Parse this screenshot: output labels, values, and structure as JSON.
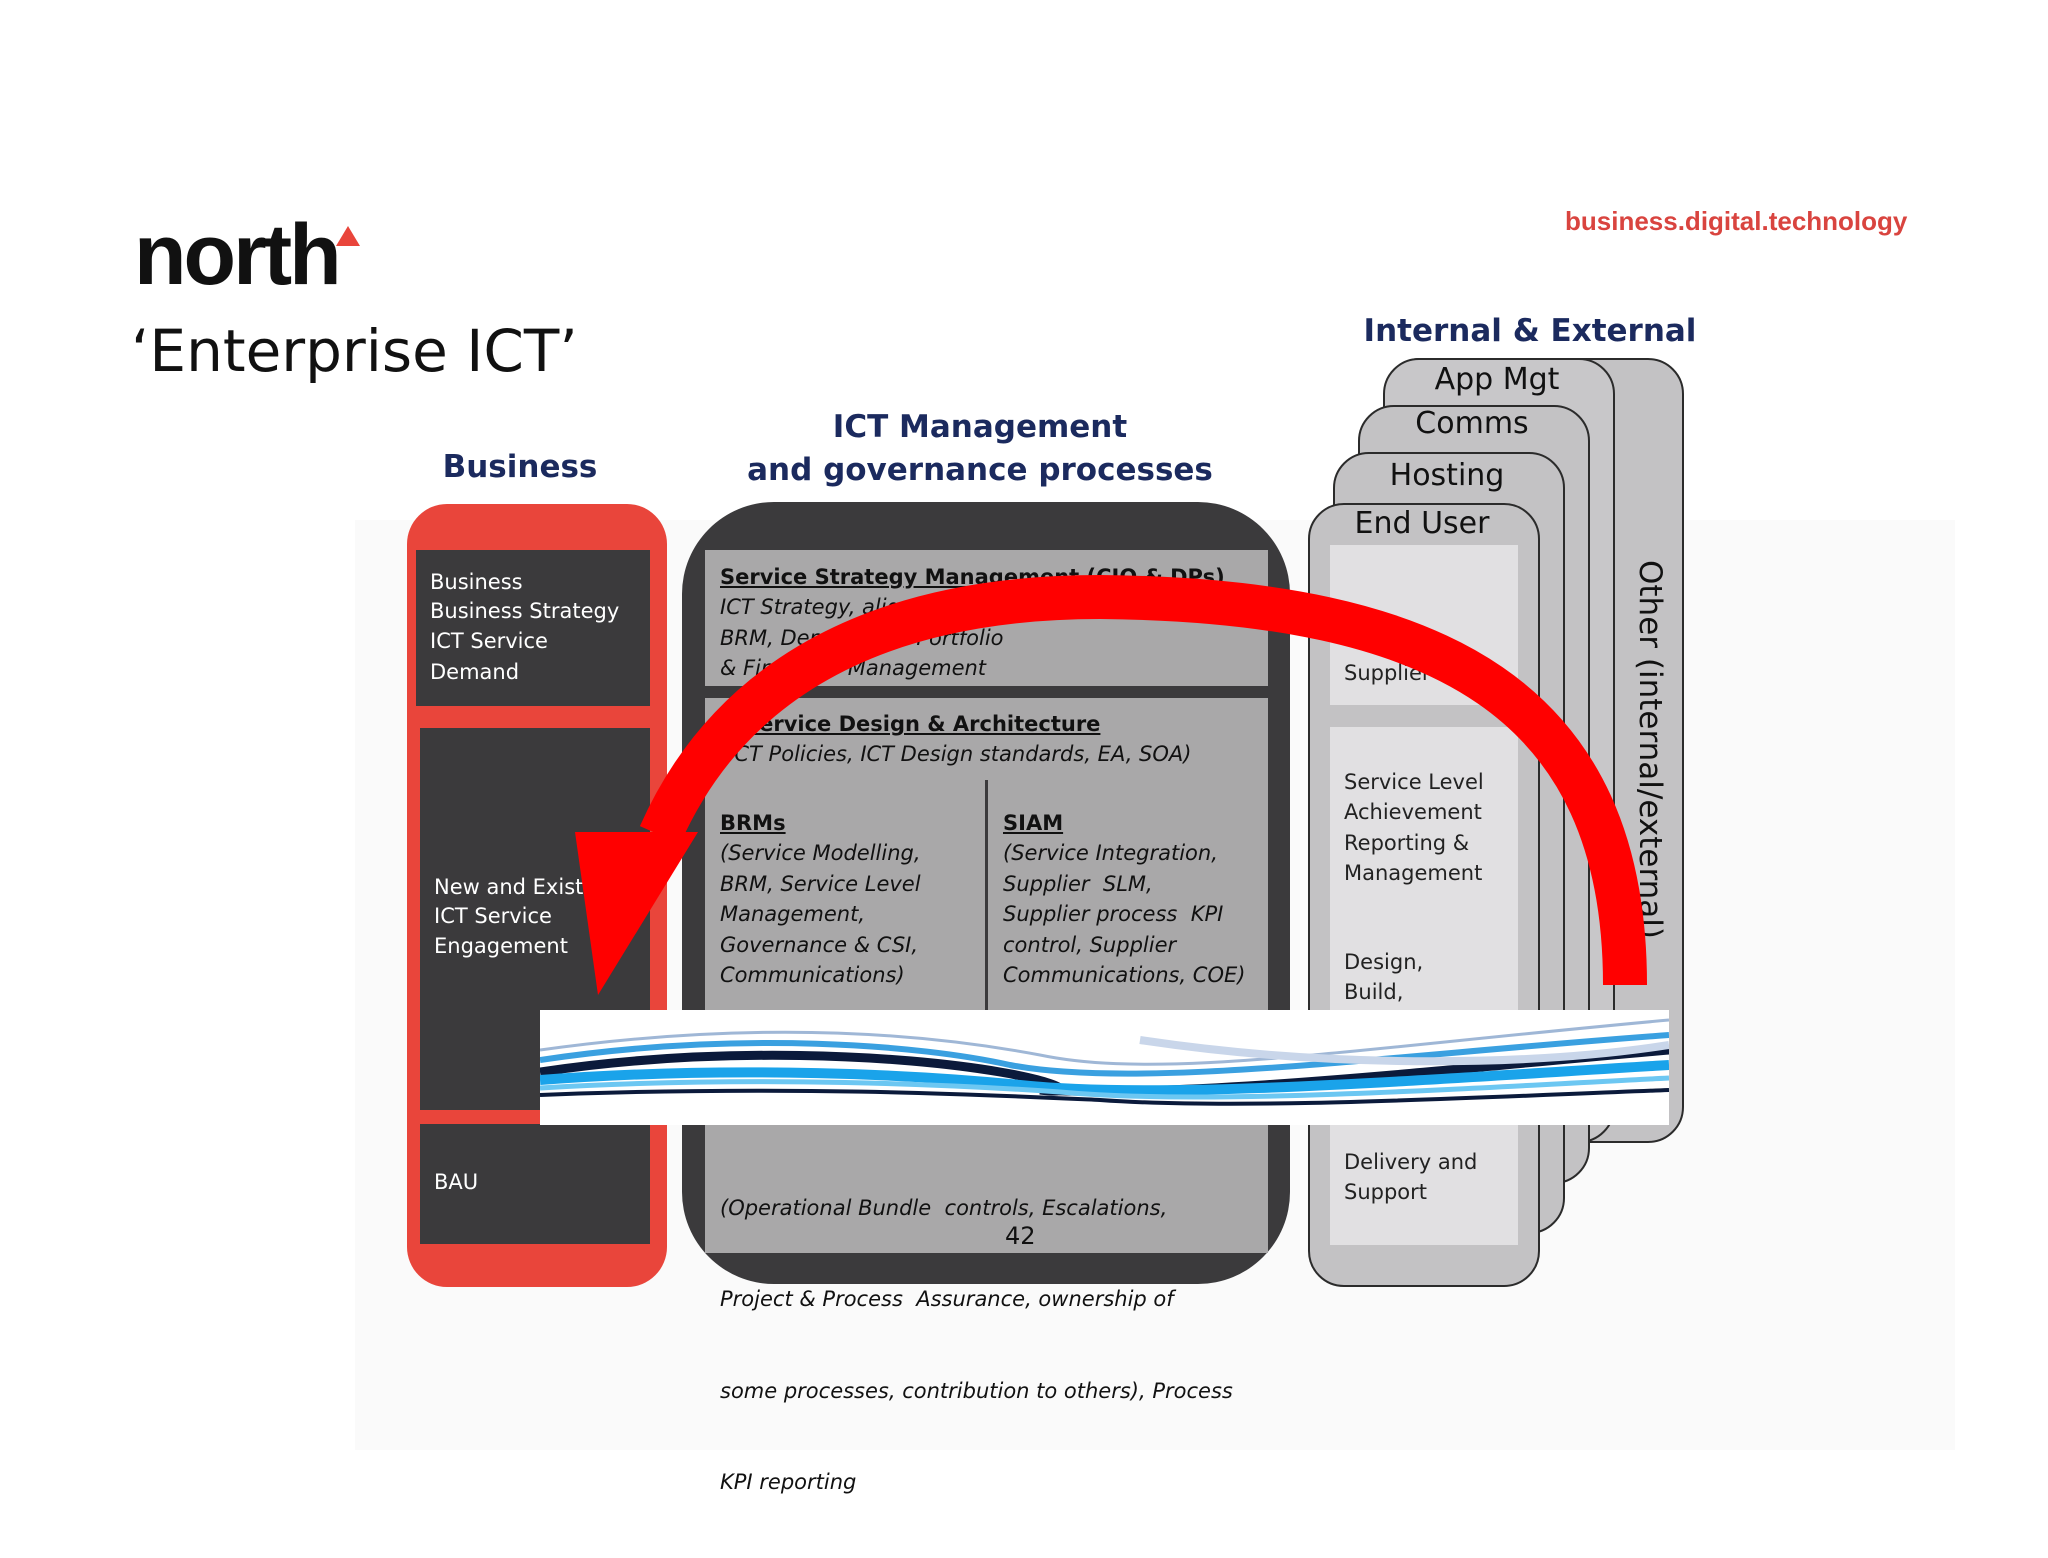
{
  "header": {
    "logo": "north",
    "title": "‘Enterprise ICT’",
    "tagline": "business.digital.technology"
  },
  "columns": {
    "business": {
      "title": "Business",
      "top_lines": [
        "Business",
        "Business Strategy",
        "ICT Service",
        "Demand"
      ],
      "mid_lines": [
        "New and Existi",
        "ICT Service",
        "Engagement"
      ],
      "bau": "BAU"
    },
    "ict": {
      "title_line1": "ICT Management",
      "title_line2": "and governance processes",
      "strategy_heading": "Service Strategy Management (CIO & DPs)",
      "strategy_line1": "ICT Strategy, alig",
      "strategy_line2": "BRM, Dem          e Portfolio",
      "strategy_line3": "& Fin           Management",
      "design_heading": "Service Design & Architecture",
      "design_detail": "(ICT Policies, ICT Design standards, EA, SOA)",
      "brms_heading": "BRMs",
      "brms_lines": [
        "(Service Modelling,",
        "BRM, Service Level",
        "Management,",
        "Governance & CSI,",
        "Communications)"
      ],
      "siam_heading": "SIAM",
      "siam_lines": [
        "(Service Integration,",
        "Supplier  SLM,",
        "Supplier process  KPI",
        "control, Supplier",
        "Communications, COE)"
      ],
      "ops_lines": [
        "(Operational Bundle  controls, Escalations,",
        "Project & Process  Assurance, ownership of",
        "some processes, contribution to others), Process",
        "KPI reporting"
      ],
      "page_number": "42"
    },
    "sps": {
      "title": "Internal & External SPs",
      "cards": [
        "App Mgt",
        "Comms",
        "Hosting",
        "End User Comp"
      ],
      "other_label": "Other (internal/external)",
      "supplier_strategy": [
        "Supplier",
        "    tegy"
      ],
      "service_level": [
        "Service Level",
        "Achievement",
        "Reporting &",
        "Management"
      ],
      "design_build": [
        "Design,",
        "Build,"
      ],
      "delivery_support": [
        "Delivery and",
        "Support"
      ]
    }
  },
  "colors": {
    "brand_red": "#e9453b",
    "dark": "#3b3a3c",
    "navy": "#1b2a5e",
    "tagline_red": "#d9443f",
    "arrow_red": "#ff0000"
  },
  "icons": [
    "north-logo-triangle-icon",
    "curved-arrow-icon",
    "wave-swoosh-icon"
  ]
}
